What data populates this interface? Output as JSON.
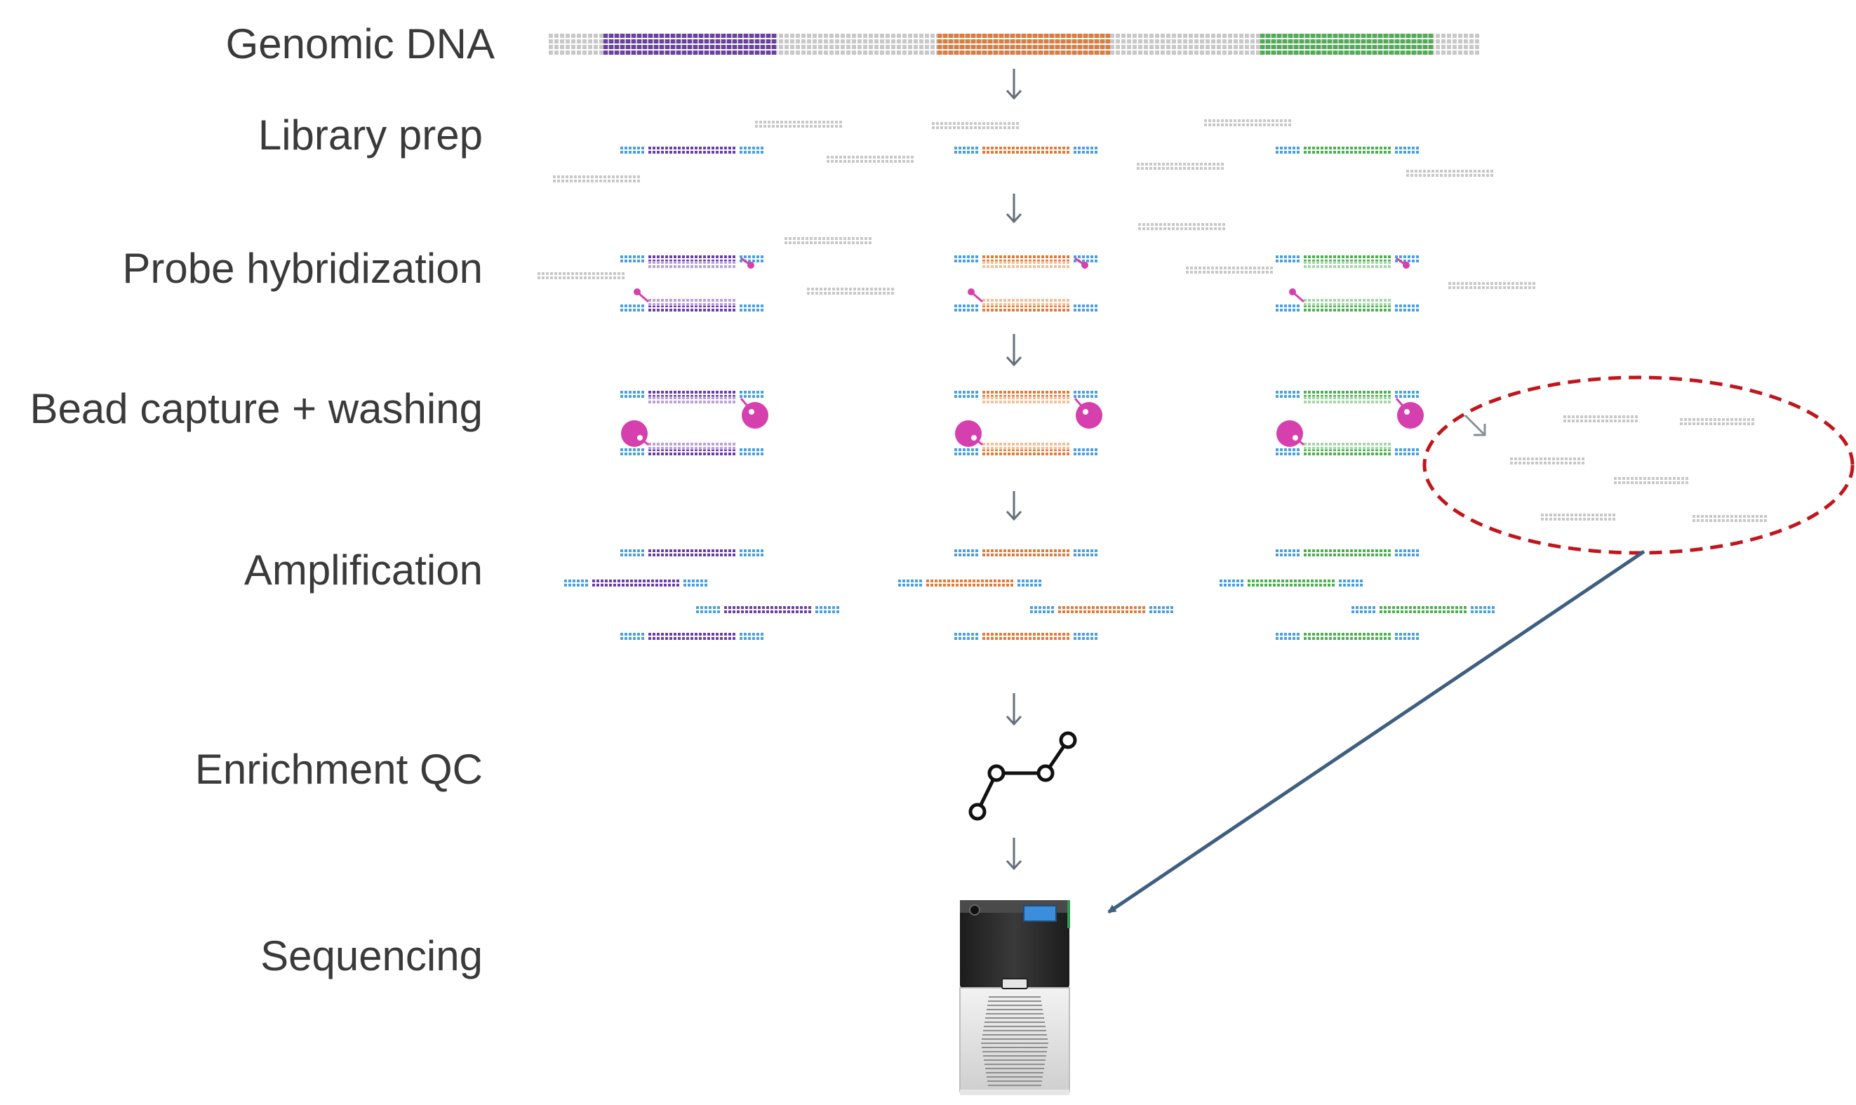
{
  "steps": [
    {
      "label": "Genomic DNA"
    },
    {
      "label": "Library prep"
    },
    {
      "label": "Probe hybridization"
    },
    {
      "label": "Bead capture + washing"
    },
    {
      "label": "Amplification"
    },
    {
      "label": "Enrichment QC"
    },
    {
      "label": "Sequencing"
    }
  ],
  "targets": [
    {
      "name": "target-1",
      "color": "#6a3fa8",
      "light": "#b9a2dc"
    },
    {
      "name": "target-2",
      "color": "#e07b39",
      "light": "#f3bf99"
    },
    {
      "name": "target-3",
      "color": "#4caf50",
      "light": "#a5d7a6"
    }
  ],
  "colors": {
    "adapter": "#4a9fe0",
    "offtarget": "#c8c8c8",
    "probe": "#d63fae",
    "arrow": "#666f7a",
    "discard_ellipse": "#c0161c",
    "reuse_arrow": "#3e5f80",
    "text": "#3a3a3a"
  },
  "icons": {
    "step_arrow": "down-arrow-icon",
    "enrichment_qc": "line-graph-icon",
    "sequencing": "sequencer-icon",
    "discarded_fragments": "dashed-ellipse"
  }
}
